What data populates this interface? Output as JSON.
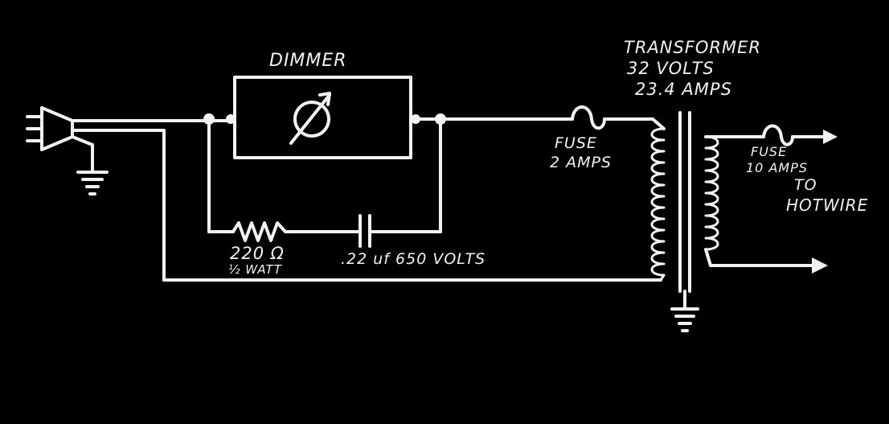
{
  "colors": {
    "background": "#000000",
    "ink": "#f2f2f2"
  },
  "labels": {
    "dimmer": "DIMMER",
    "transformer_title": "TRANSFORMER",
    "transformer_volts": "32 VOLTS",
    "transformer_amps": "23.4 AMPS",
    "fuse_primary_title": "FUSE",
    "fuse_primary_rating": "2 AMPS",
    "fuse_secondary_title": "FUSE",
    "fuse_secondary_rating": "10 AMPS",
    "output_to": "TO",
    "output_target": "HOTWIRE",
    "resistor_value": "220 Ω",
    "resistor_rating": "½ WATT",
    "capacitor_value": ".22 uf  650 VOLTS"
  },
  "icons": {
    "plug": "plug-icon",
    "ground": "ground-icon",
    "dimmer_symbol": "variable-control-icon",
    "fuse": "fuse-icon",
    "resistor": "resistor-icon",
    "capacitor": "capacitor-icon",
    "transformer": "transformer-icon",
    "output_arrow": "arrow-right-icon"
  }
}
